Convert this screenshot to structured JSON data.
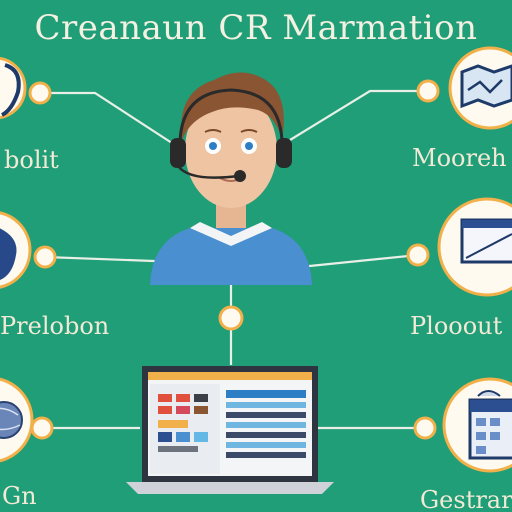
{
  "title": "Creanaun CR Marmation",
  "labels": {
    "left_top": "bolit",
    "left_mid": "Prelobon",
    "left_bottom": "Gn",
    "right_top": "Mooreh",
    "right_mid": "Plooout",
    "right_bottom": "Gestrar"
  },
  "colors": {
    "background": "#1f9e78",
    "node_fill": "#fffaf0",
    "node_ring": "#f2b04a",
    "connector": "#e8efe6",
    "text": "#f2ead6",
    "person_shirt": "#4a8fd0",
    "person_hair": "#8a5532"
  },
  "icons": [
    "customer-support-agent-icon",
    "laptop-dashboard-icon",
    "map-icon",
    "presentation-board-icon",
    "calendar-icon",
    "globe-icon",
    "chat-icon",
    "document-icon"
  ]
}
